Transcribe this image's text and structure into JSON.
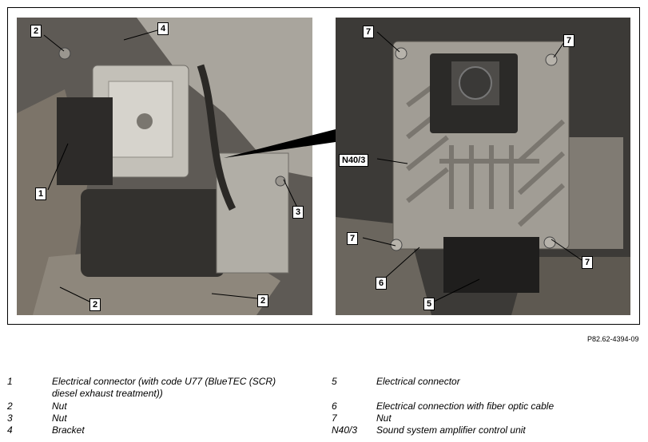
{
  "figure_ref": "P82.62-4394-09",
  "callouts_left": [
    {
      "id": "c2a",
      "label": "2"
    },
    {
      "id": "c4",
      "label": "4"
    },
    {
      "id": "c1",
      "label": "1"
    },
    {
      "id": "c3",
      "label": "3"
    },
    {
      "id": "c2b",
      "label": "2"
    },
    {
      "id": "c2c",
      "label": "2"
    }
  ],
  "callouts_right": [
    {
      "id": "c7a",
      "label": "7"
    },
    {
      "id": "c7b",
      "label": "7"
    },
    {
      "id": "cN",
      "label": "N40/3"
    },
    {
      "id": "c7c",
      "label": "7"
    },
    {
      "id": "c7d",
      "label": "7"
    },
    {
      "id": "c6",
      "label": "6"
    },
    {
      "id": "c5",
      "label": "5"
    }
  ],
  "legend_left": [
    {
      "num": "1",
      "text": "Electrical connector (with code U77 (BlueTEC (SCR)",
      "text2": "diesel exhaust treatment))"
    },
    {
      "num": "2",
      "text": "Nut"
    },
    {
      "num": "3",
      "text": "Nut"
    },
    {
      "num": "4",
      "text": "Bracket"
    }
  ],
  "legend_right": [
    {
      "num": "5",
      "text": "Electrical connector"
    },
    {
      "num": "6",
      "text": "Electrical connection with fiber optic cable"
    },
    {
      "num": "7",
      "text": "Nut"
    },
    {
      "num": "N40/3",
      "text": "Sound system amplifier control unit"
    }
  ],
  "colors": {
    "photo_dark": "#3f3c38",
    "photo_mid": "#8a857c",
    "metal": "#b9b6ae"
  }
}
